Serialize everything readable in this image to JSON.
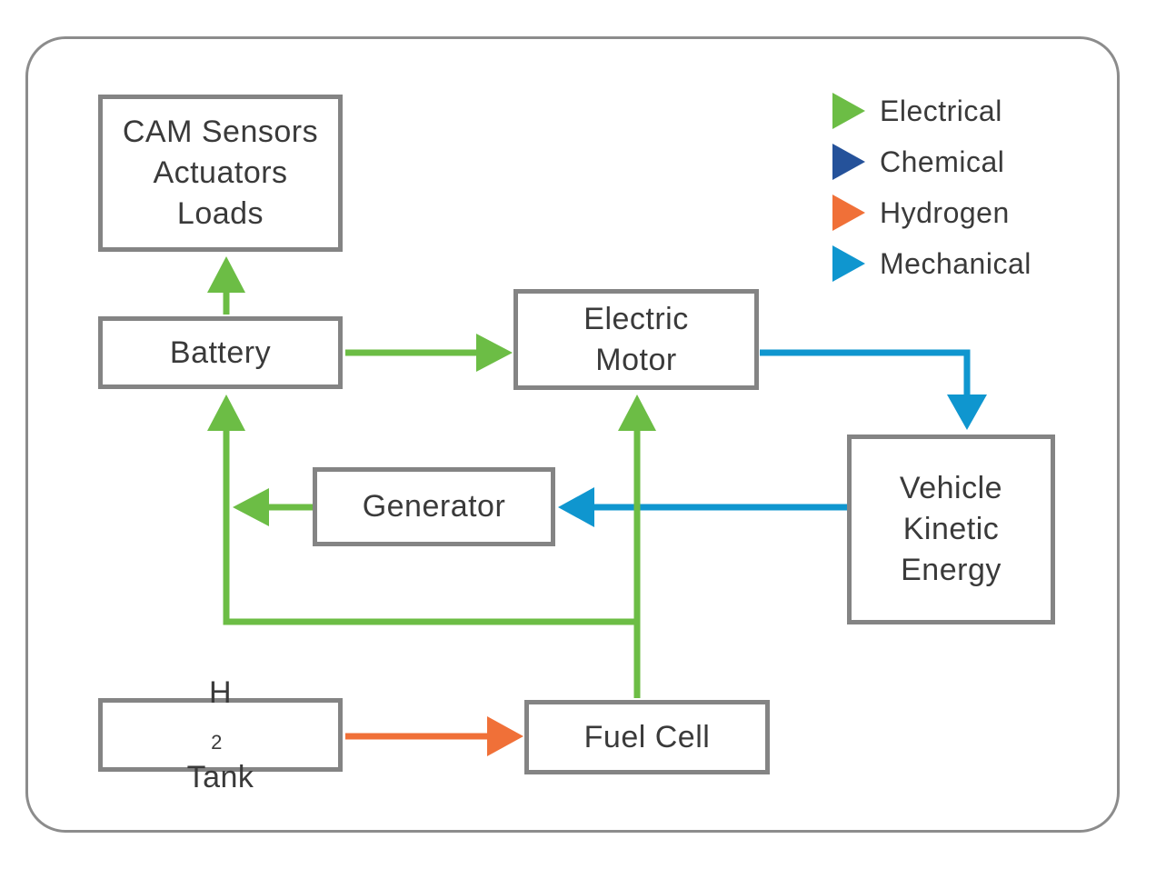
{
  "colors": {
    "electrical": "#6cbd45",
    "chemical": "#25529a",
    "hydrogen": "#f07038",
    "mechanical": "#0f96cf",
    "box_border": "#848484"
  },
  "nodes": {
    "cam": {
      "line1": "CAM Sensors",
      "line2": "Actuators",
      "line3": "Loads"
    },
    "battery": {
      "label": "Battery"
    },
    "motor": {
      "line1": "Electric",
      "line2": "Motor"
    },
    "generator": {
      "label": "Generator"
    },
    "vehicle": {
      "line1": "Vehicle",
      "line2": "Kinetic",
      "line3": "Energy"
    },
    "h2tank": {
      "symbol": "H",
      "subscript": "2",
      "label": "Tank"
    },
    "fuelcell": {
      "label": "Fuel Cell"
    }
  },
  "legend": [
    {
      "label": "Electrical",
      "color": "#6cbd45"
    },
    {
      "label": "Chemical",
      "color": "#25529a"
    },
    {
      "label": "Hydrogen",
      "color": "#f07038"
    },
    {
      "label": "Mechanical",
      "color": "#0f96cf"
    }
  ]
}
